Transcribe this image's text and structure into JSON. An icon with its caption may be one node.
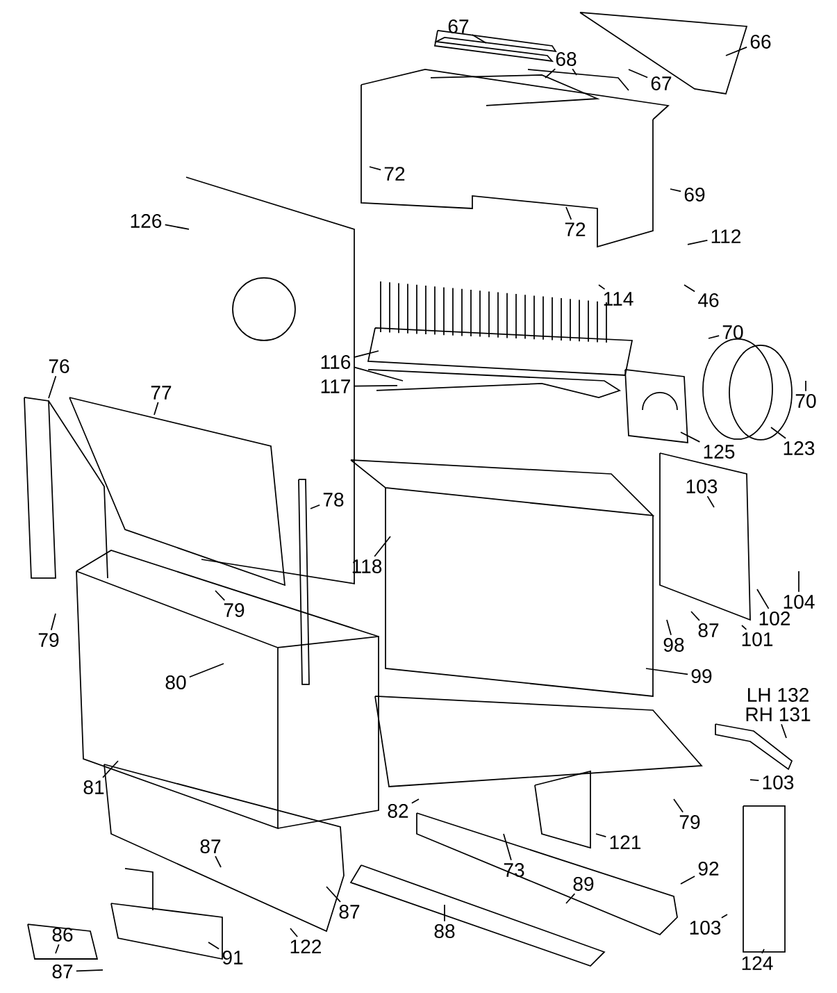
{
  "diagram": {
    "nodes": [
      {
        "text": [
          "67"
        ]
      },
      {
        "text": [
          "68"
        ]
      },
      {
        "text": [
          "67"
        ]
      },
      {
        "text": [
          "66"
        ]
      },
      {
        "text": [
          "72"
        ]
      },
      {
        "text": [
          "69"
        ]
      },
      {
        "text": [
          "72"
        ]
      },
      {
        "text": [
          "112"
        ]
      },
      {
        "text": [
          "46"
        ]
      },
      {
        "text": [
          "126"
        ]
      },
      {
        "text": [
          "114"
        ]
      },
      {
        "text": [
          "70"
        ]
      },
      {
        "text": [
          "116"
        ]
      },
      {
        "text": [
          "117"
        ]
      },
      {
        "text": [
          "70"
        ]
      },
      {
        "text": [
          "123"
        ]
      },
      {
        "text": [
          "125"
        ]
      },
      {
        "text": [
          "76"
        ]
      },
      {
        "text": [
          "77"
        ]
      },
      {
        "text": [
          "78"
        ]
      },
      {
        "text": [
          "103"
        ]
      },
      {
        "text": [
          "118"
        ]
      },
      {
        "text": [
          "79"
        ]
      },
      {
        "text": [
          "79"
        ]
      },
      {
        "text": [
          "104"
        ]
      },
      {
        "text": [
          "87"
        ]
      },
      {
        "text": [
          "102"
        ]
      },
      {
        "text": [
          "98"
        ]
      },
      {
        "text": [
          "101"
        ]
      },
      {
        "text": [
          "99"
        ]
      },
      {
        "text": [
          "80"
        ]
      },
      {
        "text": [
          "LH 132"
        ]
      },
      {
        "text": [
          "RH 131"
        ]
      },
      {
        "text": [
          "81"
        ]
      },
      {
        "text": [
          "103"
        ]
      },
      {
        "text": [
          "79"
        ]
      },
      {
        "text": [
          "82"
        ]
      },
      {
        "text": [
          "121"
        ]
      },
      {
        "text": [
          "73"
        ]
      },
      {
        "text": [
          "87"
        ]
      },
      {
        "text": [
          "92"
        ]
      },
      {
        "text": [
          "89"
        ]
      },
      {
        "text": [
          "87"
        ]
      },
      {
        "text": [
          "103"
        ]
      },
      {
        "text": [
          "86"
        ]
      },
      {
        "text": [
          "88"
        ]
      },
      {
        "text": [
          "122"
        ]
      },
      {
        "text": [
          "91"
        ]
      },
      {
        "text": [
          "124"
        ]
      },
      {
        "text": [
          "87"
        ]
      }
    ],
    "edges": [
      {
        "from": 0,
        "to": null,
        "arrow": "none"
      },
      {
        "from": 1,
        "to": null,
        "arrow": "none"
      },
      {
        "from": 1,
        "to": null,
        "arrow": "none"
      },
      {
        "from": 2,
        "to": null,
        "arrow": "none"
      },
      {
        "from": 3,
        "to": null,
        "arrow": "none"
      },
      {
        "from": 4,
        "to": null,
        "arrow": "none"
      },
      {
        "from": 5,
        "to": null,
        "arrow": "none"
      },
      {
        "from": 6,
        "to": null,
        "arrow": "none"
      },
      {
        "from": 7,
        "to": null,
        "arrow": "none"
      },
      {
        "from": 8,
        "to": null,
        "arrow": "none"
      },
      {
        "from": 9,
        "to": null,
        "arrow": "none"
      },
      {
        "from": 10,
        "to": null,
        "arrow": "none"
      },
      {
        "from": 11,
        "to": null,
        "arrow": "none"
      },
      {
        "from": 12,
        "to": null,
        "arrow": "none"
      },
      {
        "from": 12,
        "to": null,
        "arrow": "none"
      },
      {
        "from": 13,
        "to": null,
        "arrow": "none"
      },
      {
        "from": 14,
        "to": null,
        "arrow": "none"
      },
      {
        "from": 15,
        "to": null,
        "arrow": "none"
      },
      {
        "from": 16,
        "to": null,
        "arrow": "none"
      },
      {
        "from": 17,
        "to": null,
        "arrow": "none"
      },
      {
        "from": 18,
        "to": null,
        "arrow": "none"
      },
      {
        "from": 19,
        "to": null,
        "arrow": "none"
      },
      {
        "from": 20,
        "to": null,
        "arrow": "none"
      },
      {
        "from": 21,
        "to": null,
        "arrow": "none"
      },
      {
        "from": 22,
        "to": null,
        "arrow": "none"
      },
      {
        "from": 23,
        "to": null,
        "arrow": "none"
      },
      {
        "from": 24,
        "to": null,
        "arrow": "none"
      },
      {
        "from": 25,
        "to": null,
        "arrow": "none"
      },
      {
        "from": 26,
        "to": null,
        "arrow": "none"
      },
      {
        "from": 27,
        "to": null,
        "arrow": "none"
      },
      {
        "from": 28,
        "to": null,
        "arrow": "none"
      },
      {
        "from": 29,
        "to": null,
        "arrow": "none"
      },
      {
        "from": 30,
        "to": null,
        "arrow": "none"
      },
      {
        "from": 32,
        "to": null,
        "arrow": "none"
      },
      {
        "from": 33,
        "to": null,
        "arrow": "none"
      },
      {
        "from": 34,
        "to": null,
        "arrow": "none"
      },
      {
        "from": 35,
        "to": null,
        "arrow": "none"
      },
      {
        "from": 36,
        "to": null,
        "arrow": "none"
      },
      {
        "from": 37,
        "to": null,
        "arrow": "none"
      },
      {
        "from": 38,
        "to": null,
        "arrow": "none"
      },
      {
        "from": 39,
        "to": null,
        "arrow": "none"
      },
      {
        "from": 40,
        "to": null,
        "arrow": "none"
      },
      {
        "from": 41,
        "to": null,
        "arrow": "none"
      },
      {
        "from": 42,
        "to": null,
        "arrow": "none"
      },
      {
        "from": 43,
        "to": null,
        "arrow": "none"
      },
      {
        "from": 44,
        "to": null,
        "arrow": "none"
      },
      {
        "from": 45,
        "to": null,
        "arrow": "none"
      },
      {
        "from": 46,
        "to": null,
        "arrow": "none"
      },
      {
        "from": 47,
        "to": null,
        "arrow": "none"
      },
      {
        "from": 48,
        "to": null,
        "arrow": "none"
      },
      {
        "from": 49,
        "to": null,
        "arrow": "none"
      }
    ]
  }
}
